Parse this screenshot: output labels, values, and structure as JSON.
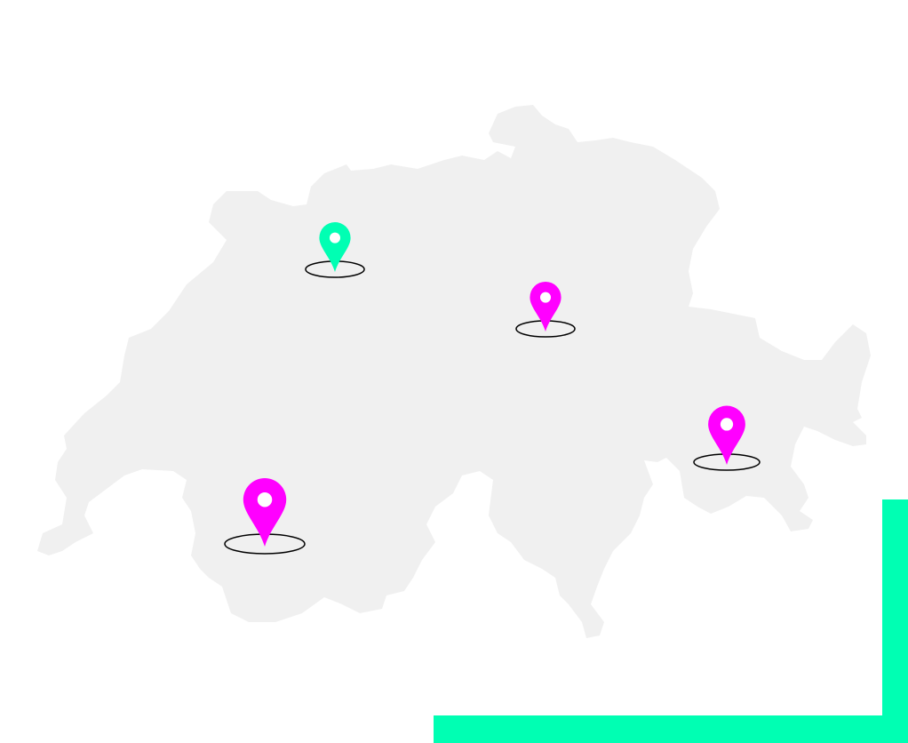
{
  "map": {
    "region_fill": "#f0f0f0",
    "accent_color": "#00ffb3",
    "pins": [
      {
        "id": "north-west",
        "color": "#00ffb3",
        "icon": "map-pin-icon"
      },
      {
        "id": "central",
        "color": "#ff00ff",
        "icon": "map-pin-icon"
      },
      {
        "id": "south-east",
        "color": "#ff00ff",
        "icon": "map-pin-icon"
      },
      {
        "id": "south-west",
        "color": "#ff00ff",
        "icon": "map-pin-icon"
      }
    ]
  }
}
